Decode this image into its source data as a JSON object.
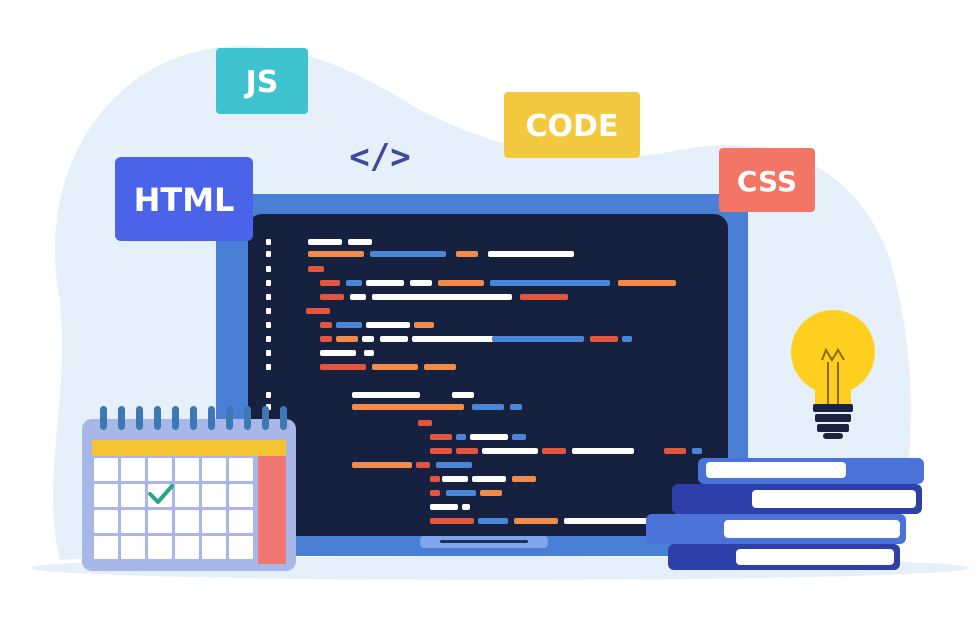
{
  "tags": {
    "js": "JS",
    "html": "HTML",
    "code": "CODE",
    "css": "CSS",
    "code_symbol": "</>"
  },
  "colors": {
    "blob": "#e6f0fb",
    "laptop_frame": "#4a7fd6",
    "screen": "#15213f",
    "js_tag": "#3fc4cf",
    "html_tag": "#4a63e8",
    "code_tag": "#f2c93f",
    "css_tag": "#f27565",
    "code_symbol": "#3d4a9c",
    "bulb": "#ffcf1f",
    "calendar_ring": "#3b78b5",
    "calendar_header": "#f4c430",
    "calendar_side": "#f07772",
    "check": "#2aa58a",
    "book_cover_dark": "#2d3fa8",
    "book_cover_light": "#4a72d8"
  },
  "icons": {
    "calendar": "calendar-icon",
    "bulb": "lightbulb-icon",
    "books": "book-stack-icon",
    "check": "checkmark-icon"
  }
}
